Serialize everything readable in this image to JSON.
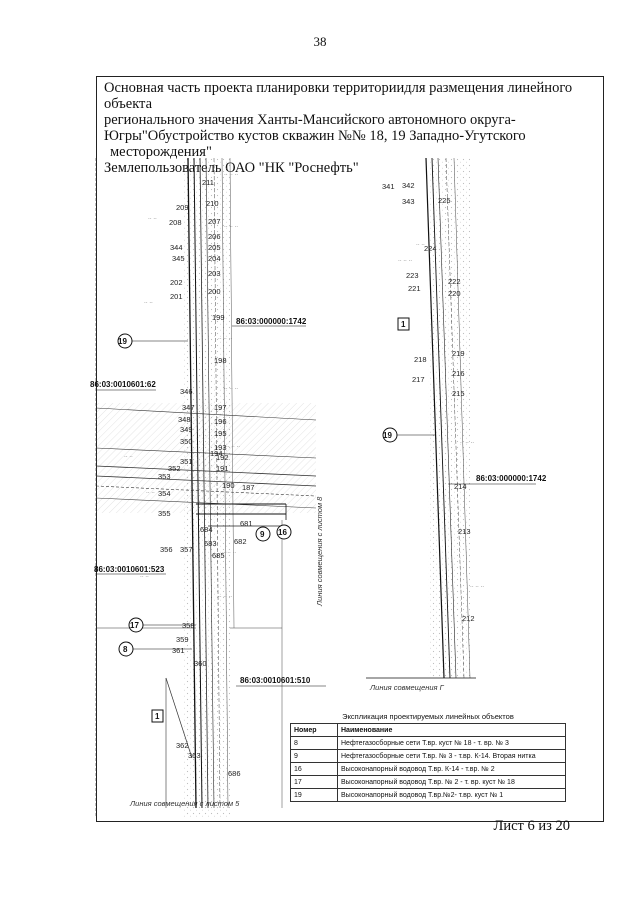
{
  "page_number": "38",
  "title": {
    "line1": "Основная часть проекта планировки территориидля размещения линейного объекта",
    "line2": "регионального значения Ханты-Мансийского автономного округа-",
    "line3": "Югры\"Обустройство кустов скважин №№ 18, 19 Западно-Угутского",
    "line4": "месторождения\"",
    "land_user": "Землепользователь ОАО \"НК \"Роснефть\""
  },
  "map": {
    "parcels": [
      "86:03:000000:1742",
      "86:03:0010601:62",
      "86:03:0010601:523",
      "86:03:0010601:510",
      "86:03:000000:1742"
    ],
    "match_lines": [
      "Линия совмещения с листом 8",
      "Линия совмещения Г",
      "Линия совмещения с листом 5"
    ],
    "object_markers": [
      "19",
      "9",
      "16",
      "17",
      "8",
      "1",
      "1",
      "19"
    ],
    "points_left": [
      "211",
      "210",
      "209",
      "208",
      "207",
      "206",
      "205",
      "344",
      "204",
      "345",
      "203",
      "202",
      "201",
      "200",
      "199",
      "198",
      "346",
      "197",
      "347",
      "196",
      "348",
      "195",
      "349",
      "350",
      "194",
      "193",
      "192",
      "351",
      "191",
      "352",
      "353",
      "190",
      "187",
      "354",
      "355",
      "681",
      "684",
      "683",
      "682",
      "685",
      "356",
      "357",
      "358",
      "359",
      "361",
      "360",
      "362",
      "363",
      "686"
    ],
    "points_right": [
      "341",
      "342",
      "343",
      "225",
      "224",
      "223",
      "222",
      "221",
      "220",
      "219",
      "218",
      "217",
      "216",
      "215",
      "214",
      "213",
      "212"
    ]
  },
  "legend": {
    "title": "Экспликация проектируемых линейных объектов",
    "header_num": "Номер",
    "header_name": "Наименование",
    "rows": [
      {
        "num": "8",
        "name": "Нефтегазосборные сети Т.вр. куст № 18 - т. вр. № 3"
      },
      {
        "num": "9",
        "name": "Нефтегазосборные сети Т.вр. № 3 - т.вр. К-14. Вторая нитка"
      },
      {
        "num": "16",
        "name": "Высоконапорный водовод Т.вр. К-14 - т.вр. № 2"
      },
      {
        "num": "17",
        "name": "Высоконапорный водовод Т.вр. № 2 - т. вр. куст № 18"
      },
      {
        "num": "19",
        "name": "Высоконапорный водовод Т.вр.№2- т.вр. куст № 1"
      }
    ]
  },
  "sheet_footer": "Лист 6 из 20"
}
